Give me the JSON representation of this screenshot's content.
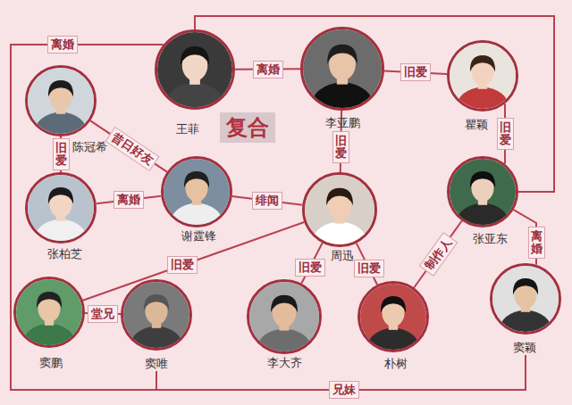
{
  "diagram": {
    "nodes": [
      {
        "text": [
          "王菲"
        ]
      },
      {
        "text": [
          "李亚鹏"
        ]
      },
      {
        "text": [
          "瞿颖"
        ]
      },
      {
        "text": [
          "陈冠希"
        ]
      },
      {
        "text": [
          "谢霆锋"
        ]
      },
      {
        "text": [
          "张亚东"
        ]
      },
      {
        "text": [
          "周迅"
        ]
      },
      {
        "text": [
          "张柏芝"
        ]
      },
      {
        "text": [
          "窦颖"
        ]
      },
      {
        "text": [
          "窦鹏"
        ]
      },
      {
        "text": [
          "窦唯"
        ]
      },
      {
        "text": [
          "李大齐"
        ]
      },
      {
        "text": [
          "朴树"
        ]
      }
    ],
    "edges": [
      {
        "from": 0,
        "to": 1,
        "label": "离婚",
        "arrow": "none"
      },
      {
        "from": 1,
        "to": 2,
        "label": "旧爱",
        "arrow": "none"
      },
      {
        "from": 0,
        "to": 10,
        "label": "离婚",
        "arrow": "none"
      },
      {
        "from": 0,
        "to": 5,
        "arrow": "none"
      },
      {
        "from": 3,
        "to": 4,
        "label": "昔日好友",
        "arrow": "none"
      },
      {
        "from": 3,
        "to": 7,
        "label": "旧爱",
        "arrow": "none"
      },
      {
        "from": 7,
        "to": 4,
        "label": "离婚",
        "arrow": "none"
      },
      {
        "from": 4,
        "to": 6,
        "label": "绯闻",
        "arrow": "none"
      },
      {
        "from": 1,
        "to": 6,
        "label": "旧爱",
        "arrow": "none"
      },
      {
        "from": 2,
        "to": 5,
        "label": "旧爱",
        "arrow": "none"
      },
      {
        "from": 6,
        "to": 9,
        "label": "旧爱",
        "arrow": "none"
      },
      {
        "from": 6,
        "to": 11,
        "label": "旧爱",
        "arrow": "none"
      },
      {
        "from": 6,
        "to": 12,
        "label": "旧爱",
        "arrow": "none"
      },
      {
        "from": 5,
        "to": 12,
        "label": "制作人",
        "arrow": "none"
      },
      {
        "from": 5,
        "to": 8,
        "label": "离婚",
        "arrow": "none"
      },
      {
        "from": 9,
        "to": 10,
        "label": "堂兄",
        "arrow": "none"
      },
      {
        "from": 10,
        "to": 8,
        "label": "兄妹",
        "arrow": "none"
      }
    ],
    "labels": [
      "复合"
    ]
  }
}
